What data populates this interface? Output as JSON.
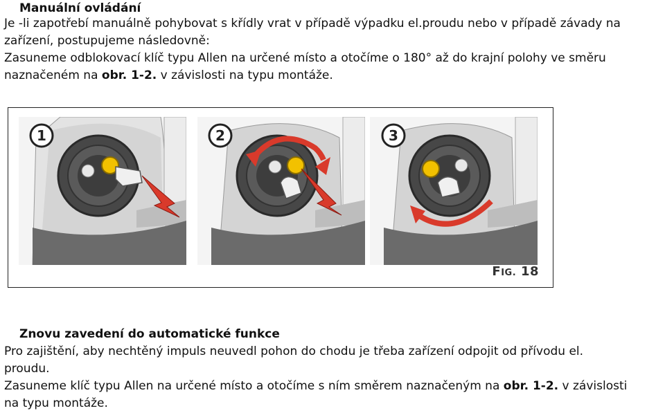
{
  "section1": {
    "heading": "Manuální ovládání",
    "lines": [
      "Je -li zapotřebí manuálně pohybovat s křídly vrat v případě výpadku el.proudu nebo v případě závady na",
      "zařízení, postupujeme následovně:",
      "Zasuneme odblokovací klíč typu Allen na určené místo a otočíme o 180° až do krajní polohy ve směru"
    ],
    "last_line": {
      "pre": "naznačeném na ",
      "bold": "obr. 1-2.",
      "post": " v závislosti na typu montáže."
    }
  },
  "figure": {
    "label_prefix": "F",
    "label_smallcaps": "IG.",
    "label_number": "18",
    "panels": [
      {
        "number": "1"
      },
      {
        "number": "2"
      },
      {
        "number": "3"
      }
    ],
    "colors": {
      "arrow": "#d93a2b",
      "key": "#f2c100",
      "housing": "#dcdcdc",
      "dark": "#3c3c3c"
    }
  },
  "section2": {
    "heading": "Znovu zavedení do automatické funkce",
    "lines": [
      "Pro zajištění, aby nechtěný impuls neuvedl pohon do chodu je třeba zařízení odpojit od přívodu el.",
      "proudu."
    ],
    "line3": {
      "pre": "Zasuneme klíč typu Allen na určené místo a otočíme s ním směrem naznačeným na ",
      "bold": "obr. 1-2.",
      "post": " v závislosti"
    },
    "line4": "na typu montáže."
  }
}
